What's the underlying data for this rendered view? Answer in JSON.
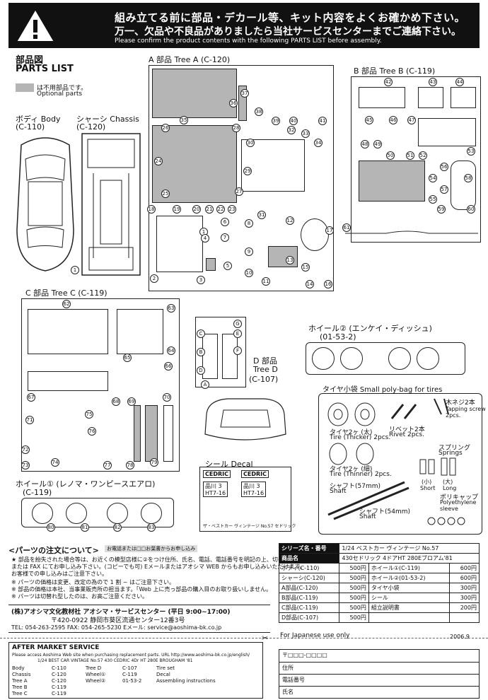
{
  "header": {
    "jp_line1": "組み立てる前に部品・デカール等、キット内容をよくお確かめ下さい。",
    "jp_line2": "万一、欠品や不良品がありましたら当社サービスセンターまでご連絡下さい。",
    "en_line": "Please confirm the product contents with the following PARTS LIST before assembly.",
    "icon": "warning-icon"
  },
  "parts_list": {
    "title_jp": "部品図",
    "title_en": "PARTS LIST",
    "legend_jp": "は不用部品です。",
    "legend_en": "Optional parts"
  },
  "body": {
    "label": "ボディ Body",
    "code": "(C-110)",
    "num": "1"
  },
  "chassis": {
    "label": "シャーシ Chassis",
    "code": "(C-120)"
  },
  "tree_a": {
    "label": "A 部品 Tree A (C-120)",
    "nums": [
      "35",
      "36",
      "37",
      "38",
      "39",
      "40",
      "41",
      "26",
      "28",
      "24",
      "25",
      "27",
      "29",
      "30",
      "31",
      "32",
      "33",
      "34",
      "18",
      "19",
      "20",
      "21",
      "22",
      "23",
      "1",
      "2",
      "3",
      "4",
      "5",
      "6",
      "7",
      "8",
      "9",
      "10",
      "11",
      "12",
      "13",
      "14",
      "15",
      "16",
      "17"
    ]
  },
  "tree_b": {
    "label": "B 部品 Tree B (C-119)",
    "nums": [
      "42",
      "43",
      "44",
      "45",
      "46",
      "47",
      "48",
      "49",
      "50",
      "51",
      "52",
      "53",
      "54",
      "55",
      "56",
      "57",
      "58",
      "59",
      "60",
      "61"
    ]
  },
  "tree_c": {
    "label": "C 部品 Tree C (C-119)",
    "nums": [
      "62",
      "63",
      "64",
      "65",
      "66",
      "67",
      "68",
      "69",
      "70",
      "71",
      "72",
      "73",
      "74",
      "75",
      "76",
      "77",
      "78",
      "79"
    ]
  },
  "tree_d": {
    "label_jp": "D 部品",
    "label_en": "Tree D",
    "code": "(C-107)",
    "letters": [
      "C",
      "B",
      "D",
      "A",
      "G",
      "E",
      "F"
    ]
  },
  "wheel2": {
    "label": "ホイール② (エンケイ・ディッシュ)",
    "code": "(01-53-2)"
  },
  "wheel1": {
    "label": "ホイール① (レノマ・ワンピースエアロ)",
    "code": "(C-119)",
    "nums": [
      "80",
      "81",
      "82",
      "83"
    ]
  },
  "decal": {
    "label": "シール Decal",
    "plate1": "CEDRIC",
    "plate2": "CEDRIC",
    "plate3": "品川 3\nHT7-16",
    "plate4": "品川 3\nHT7-16",
    "caption": "ザ・ベストカー ヴィンテージ No.57 セドリック"
  },
  "tire_bag": {
    "title": "タイヤ小袋 Small poly-bag for tires",
    "tire_thick_jp": "タイヤ2ヶ (太)",
    "tire_thick_en": "Tire (Thicker) 2pcs.",
    "tire_thin_jp": "タイヤ2ヶ (細)",
    "tire_thin_en": "Tire (Thinner) 2pcs.",
    "rivet_jp": "リベット2本",
    "rivet_en": "Rivet 2pcs.",
    "screw_jp": "木ネジ2本",
    "screw_en": "Tapping screw\n2pcs.",
    "spring_jp": "スプリング",
    "spring_en": "Springs",
    "short_jp": "(小)",
    "short_en": "Short",
    "long_jp": "(大)",
    "long_en": "Long",
    "shaft57_jp": "シャフト(57mm)",
    "shaft57_en": "Shaft",
    "shaft54_jp": "シャフト(54mm)",
    "shaft54_en": "Shaft",
    "cap_jp": "ポリキャップ",
    "cap_en": "Polyethylene\nsleeve"
  },
  "order": {
    "title": "<パーツの注文について>",
    "badge": "お電話または□□お葉書からお申し込み",
    "lines": [
      "★ 部品を紛失された場合等は、お近くの模型店様に②をつけ住所、氏名、電話、電話番号を明記の上、切手を貼ったハガキ",
      "または FAX にてお申し込み下さい。(コピーでも可) Eメールまたはアオシマ WEB からもお申し込みいただけます。",
      "お客様での申し込みはご注意下さい。",
      "※ パーツの価格は変更、改定の為ので 1 割 ~ はご注意下さい。",
      "※ 部品の価格は本社、当事業販売所の担当ます。「Web 上に売っ部品の購入目のお取り扱いしません。",
      "※ パーツは切替れ型したのは、お高ご注意ください。"
    ],
    "company": "(株)アオシマ文化教材社 アオシマ・サービスセンター (平日 9:00~17:00)",
    "postal": "〒420-0922 静岡市葵区流通センター12番3号",
    "tel": "TEL: 054-263-2595  FAX: 054-265-5230  Eメール: service@aoshima-bk.co.jp"
  },
  "after": {
    "title": "AFTER MARKET SERVICE",
    "note": "Please access Aoshima Web site when purchasing replacement parts. URL http://www.aoshima-bk.co.jp/english/",
    "model": "1/24 BEST CAR VINTAGE No.57 430 CEDRIC 4Dr HT 280E BROUGHAM '81",
    "rows": [
      [
        "Body",
        "C-110",
        "Tree D",
        "C-107",
        "Tire set"
      ],
      [
        "Chassis",
        "C-120",
        "Wheel①",
        "C-119",
        "Decal"
      ],
      [
        "Tree A",
        "C-120",
        "Wheel②",
        "01-53-2",
        "Assembling instructions"
      ],
      [
        "Tree B",
        "C-119",
        "",
        "",
        ""
      ],
      [
        "Tree C",
        "C-119",
        "",
        "",
        ""
      ]
    ]
  },
  "series": {
    "title_label": "シリーズ名・番号",
    "title_value": "1/24 ベストカー ヴィンテージ No.57",
    "product_label": "商品名",
    "product_value": "430セドリック 4ドアHT 280Eブロアム'81",
    "rows": [
      [
        "ボディ(C-110)",
        "500円",
        "ホイール①(C-119)",
        "600円"
      ],
      [
        "シャーシ(C-120)",
        "500円",
        "ホイール②(01-53-2)",
        "600円"
      ],
      [
        "A部品(C-120)",
        "500円",
        "タイヤ小袋",
        "300円"
      ],
      [
        "B部品(C-119)",
        "500円",
        "シール",
        "300円"
      ],
      [
        "C部品(C-119)",
        "500円",
        "組立説明書",
        "200円"
      ],
      [
        "D部品(C-107)",
        "500円",
        "",
        ""
      ]
    ]
  },
  "jp_use": {
    "title": "For Japanese use only",
    "date": "2006.9",
    "row_postal": "〒□□□-□□□□",
    "row_address": "住所",
    "row_tel": "電話番号",
    "row_name": "氏名"
  }
}
